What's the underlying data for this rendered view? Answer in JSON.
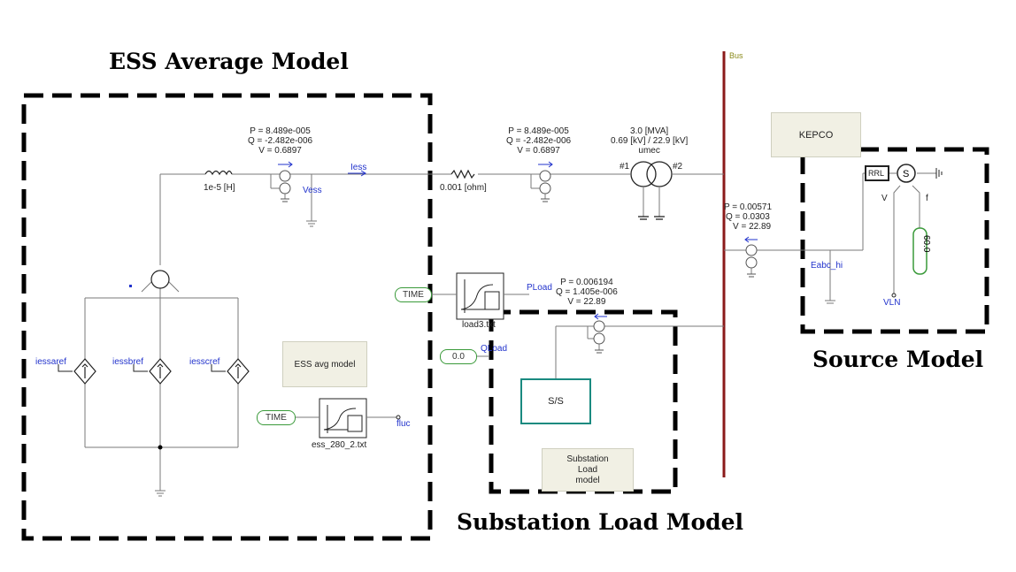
{
  "titles": {
    "ess": "ESS Average Model",
    "substation": "Substation Load Model",
    "source": "Source Model"
  },
  "bus": {
    "label": "Bus"
  },
  "meters": {
    "ess_out": {
      "p": "P = 8.489e-005",
      "q": "Q = -2.482e-006",
      "v": "V = 0.6897"
    },
    "tx_in": {
      "p": "P = 8.489e-005",
      "q": "Q = -2.482e-006",
      "v": "V = 0.6897"
    },
    "bus_src": {
      "p": "P = 0.00571",
      "q": "Q = 0.0303",
      "v": "V = 22.89"
    },
    "ss": {
      "p": "P = 0.006194",
      "q": "Q = 1.405e-006",
      "v": "V = 22.89"
    }
  },
  "components": {
    "inductor": "1e-5 [H]",
    "resistor": "0.001 [ohm]",
    "transformer": {
      "rating": "3.0 [MVA]",
      "voltage": "0.69 [kV] / 22.9 [kV]",
      "name": "umec",
      "w1": "#1",
      "w2": "#2"
    },
    "rrl": "RRL"
  },
  "signals": {
    "iess": "Iess",
    "vess": "Vess",
    "pload": "PLoad",
    "qload": "QLoad",
    "fluc": "fluc",
    "eabc": "Eabc_hi",
    "vln": "VLN",
    "v": "V",
    "f": "f",
    "iessaref": "iessaref",
    "iessbref": "iessbref",
    "iesscref": "iesscref"
  },
  "inputs": {
    "time1": "TIME",
    "time2": "TIME",
    "qload_const": "0.0",
    "freq_const": "60.0"
  },
  "files": {
    "ess": "ess_280_2.txt",
    "load": "load3.txt"
  },
  "boxes": {
    "kepco": "KEPCO",
    "ess_avg": "ESS avg model",
    "ss": "S/S",
    "ss_load_1": "Substation",
    "ss_load_2": "Load",
    "ss_load_3": "model"
  },
  "colors": {
    "bus": "#8b1a1a",
    "wire": "#7a7a7a",
    "dashed": "#000000",
    "signal": "#2233cc",
    "pill": "#3a9a3a",
    "ss_border": "#1a8a80",
    "box_fill": "#f1f0e4"
  }
}
